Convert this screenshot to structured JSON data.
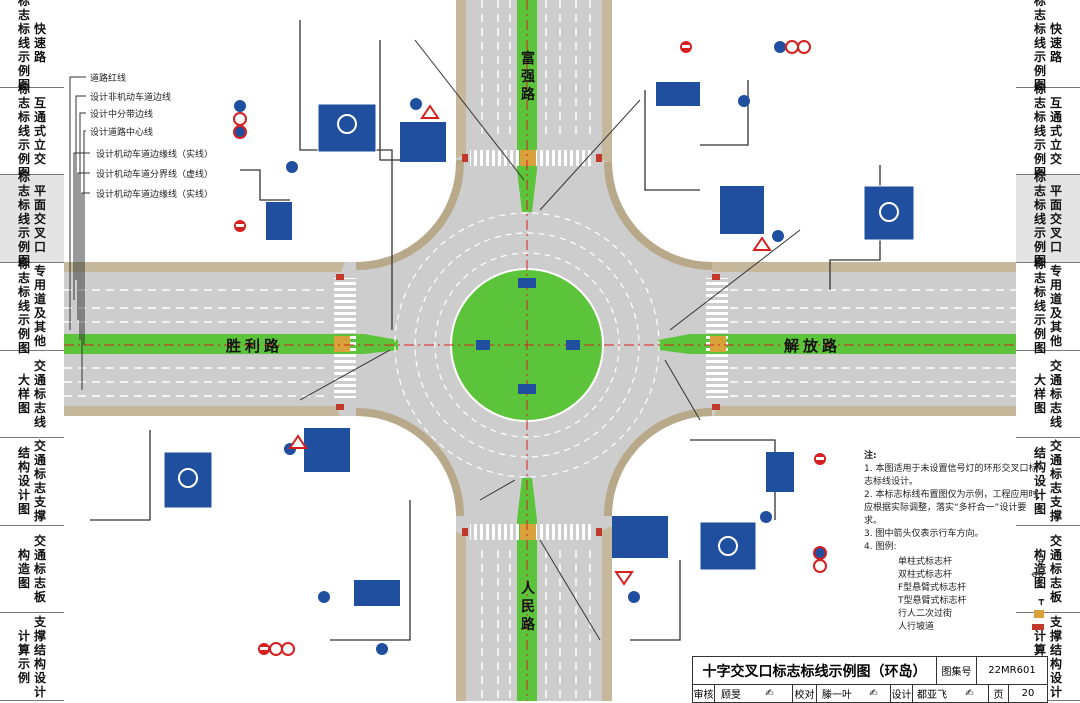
{
  "left_tabs": [
    {
      "chars": [
        "标",
        "志",
        "标",
        "线",
        "示",
        "例",
        "图"
      ],
      "sub": [
        "快",
        "速",
        "路"
      ]
    },
    {
      "chars": [
        "标",
        "志",
        "标",
        "线",
        "示",
        "例",
        "图"
      ],
      "sub": [
        "互",
        "通",
        "式",
        "立",
        "交"
      ]
    },
    {
      "chars": [
        "标",
        "志",
        "标",
        "线",
        "示",
        "例",
        "图"
      ],
      "sub": [
        "平",
        "面",
        "交",
        "叉",
        "口"
      ],
      "active": true
    },
    {
      "chars": [
        "标",
        "志",
        "标",
        "线",
        "示",
        "例",
        "图"
      ],
      "sub": [
        "专",
        "用",
        "道",
        "及",
        "其",
        "他"
      ]
    },
    {
      "chars": [
        "大",
        "样",
        "图"
      ],
      "sub": [
        "交",
        "通",
        "标",
        "志",
        "线"
      ]
    },
    {
      "chars": [
        "结",
        "构",
        "设",
        "计",
        "图"
      ],
      "sub": [
        "交",
        "通",
        "标",
        "志",
        "支",
        "撑"
      ]
    },
    {
      "chars": [
        "构",
        "造",
        "图"
      ],
      "sub": [
        "交",
        "通",
        "标",
        "志",
        "板"
      ]
    },
    {
      "chars": [
        "计",
        "算",
        "示",
        "例"
      ],
      "sub": [
        "支",
        "撑",
        "结",
        "构",
        "设",
        "计"
      ]
    }
  ],
  "roads": {
    "north": "富强路",
    "south": "人民路",
    "west": "胜利路",
    "east": "解放路"
  },
  "line_legend": [
    "道路红线",
    "设计非机动车道边线",
    "设计中分带边线",
    "设计道路中心线",
    "设计机动车道边缘线（实线）",
    "设计机动车道分界线（虚线）",
    "设计机动车道边缘线（实线）"
  ],
  "notes": {
    "heading": "注:",
    "items": [
      "1. 本图适用于未设置信号灯的环形交叉口标志标线设计。",
      "2. 本标志标线布置图仅为示例，工程应用时应根据实际调整，落实“多杆合一”设计要求。",
      "3. 图中箭头仅表示行车方向。",
      "4. 图例:"
    ],
    "legend": [
      "单柱式标志杆",
      "双柱式标志杆",
      "F型悬臂式标志杆",
      "T型悬臂式标志杆",
      "行人二次过街",
      "人行坡道"
    ]
  },
  "title_block": {
    "title": "十字交叉口标志标线示例图（环岛）",
    "atlas_label": "图集号",
    "atlas_no": "22MR601",
    "review_label": "审核",
    "review_name": "顾旻",
    "check_label": "校对",
    "check_name": "滕一叶",
    "design_label": "设计",
    "design_name": "都亚飞",
    "page_label": "页",
    "page_no": "20"
  },
  "colors": {
    "road": "#c9c9c9",
    "median": "#5cc43a",
    "island": "#5cc43a",
    "sign_blue": "#1f4f9e",
    "sign_red": "#d62020",
    "sidewalk": "#c6b89a"
  },
  "icons": [
    "roundabout-sign",
    "lane-direction-sign",
    "no-entry-sign",
    "speed-limit-sign",
    "yield-sign",
    "turn-arrow-sign"
  ]
}
